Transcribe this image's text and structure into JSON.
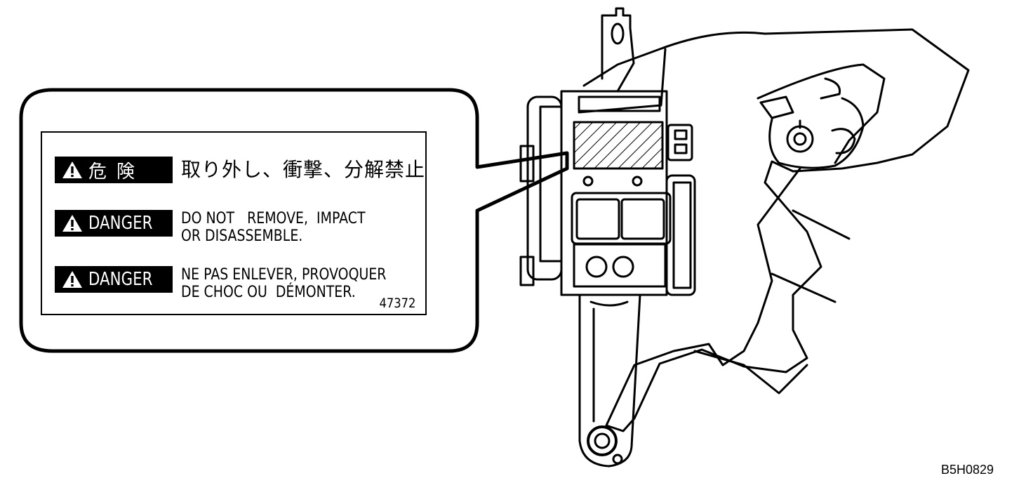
{
  "label": {
    "rows": [
      {
        "badge": "危険",
        "message": "取り外し、衝撃、分解禁止"
      },
      {
        "badge": "DANGER",
        "message": "DO NOT   REMOVE,  IMPACT\nOR DISASSEMBLE."
      },
      {
        "badge": "DANGER",
        "message": "NE PAS ENLEVER, PROVOQUER\nDE CHOC OU  DÉMONTER."
      }
    ],
    "code": "47372"
  },
  "figure_code": "B5H0829",
  "icons": [
    "warning-triangle-icon"
  ]
}
